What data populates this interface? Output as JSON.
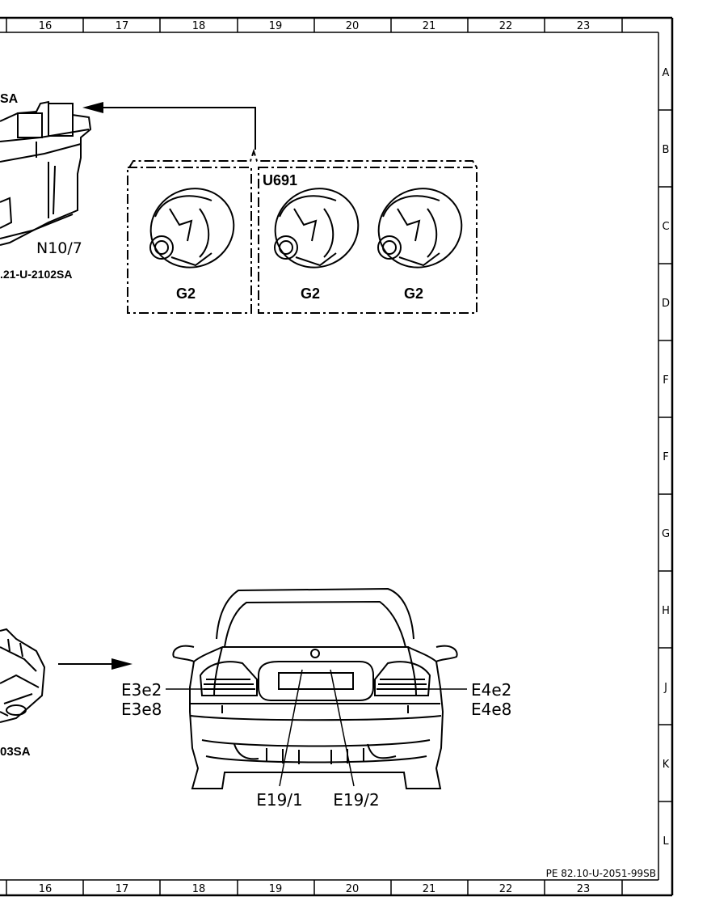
{
  "frame": {
    "columns": [
      "16",
      "17",
      "18",
      "19",
      "20",
      "21",
      "22",
      "23"
    ],
    "rows": [
      "A",
      "B",
      "C",
      "D",
      "F",
      "F",
      "G",
      "H",
      "J",
      "K",
      "L"
    ],
    "drawing_id": "PE 82.10-U-2051-99SB"
  },
  "upper_module": {
    "partial_top_label": "SA",
    "name": "N10/7",
    "doc_ref": ".21-U-2102SA"
  },
  "group_box": {
    "variant_label": "U691",
    "bulbs": [
      "G2",
      "G2",
      "G2"
    ]
  },
  "lower_module": {
    "doc_ref_partial": "03SA"
  },
  "rear_view": {
    "left_labels": [
      "E3e2",
      "E3e8"
    ],
    "right_labels": [
      "E4e2",
      "E4e8"
    ],
    "plate_lamps": [
      "E19/1",
      "E19/2"
    ]
  }
}
